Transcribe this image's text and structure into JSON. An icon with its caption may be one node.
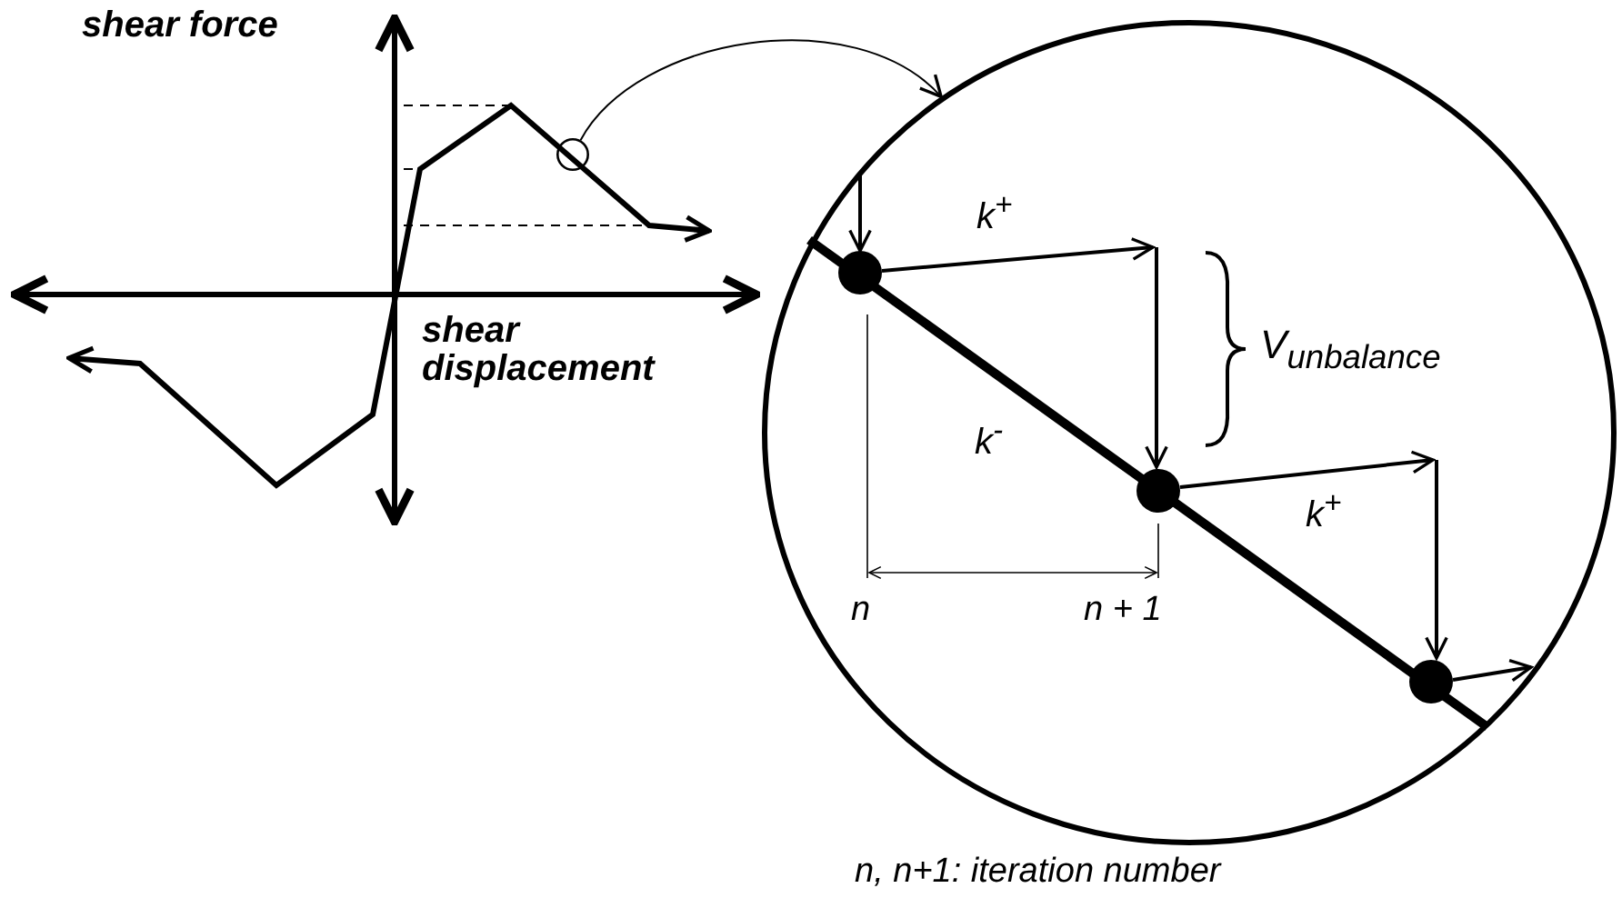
{
  "diagram": {
    "caption": "n, n+1: iteration number",
    "nodes": [
      {
        "text": [],
        "shape": "circle"
      },
      {
        "text": [],
        "shape": "circle"
      }
    ],
    "edges": [
      {
        "from": 0,
        "to": 1,
        "arrow": "to"
      }
    ],
    "labels": [
      "shear force",
      "shear displacement",
      "k$^{+}$",
      "V$_{unbalance}$",
      "k$^{-}$",
      "k$^{+}$",
      "n",
      "n + 1"
    ]
  }
}
